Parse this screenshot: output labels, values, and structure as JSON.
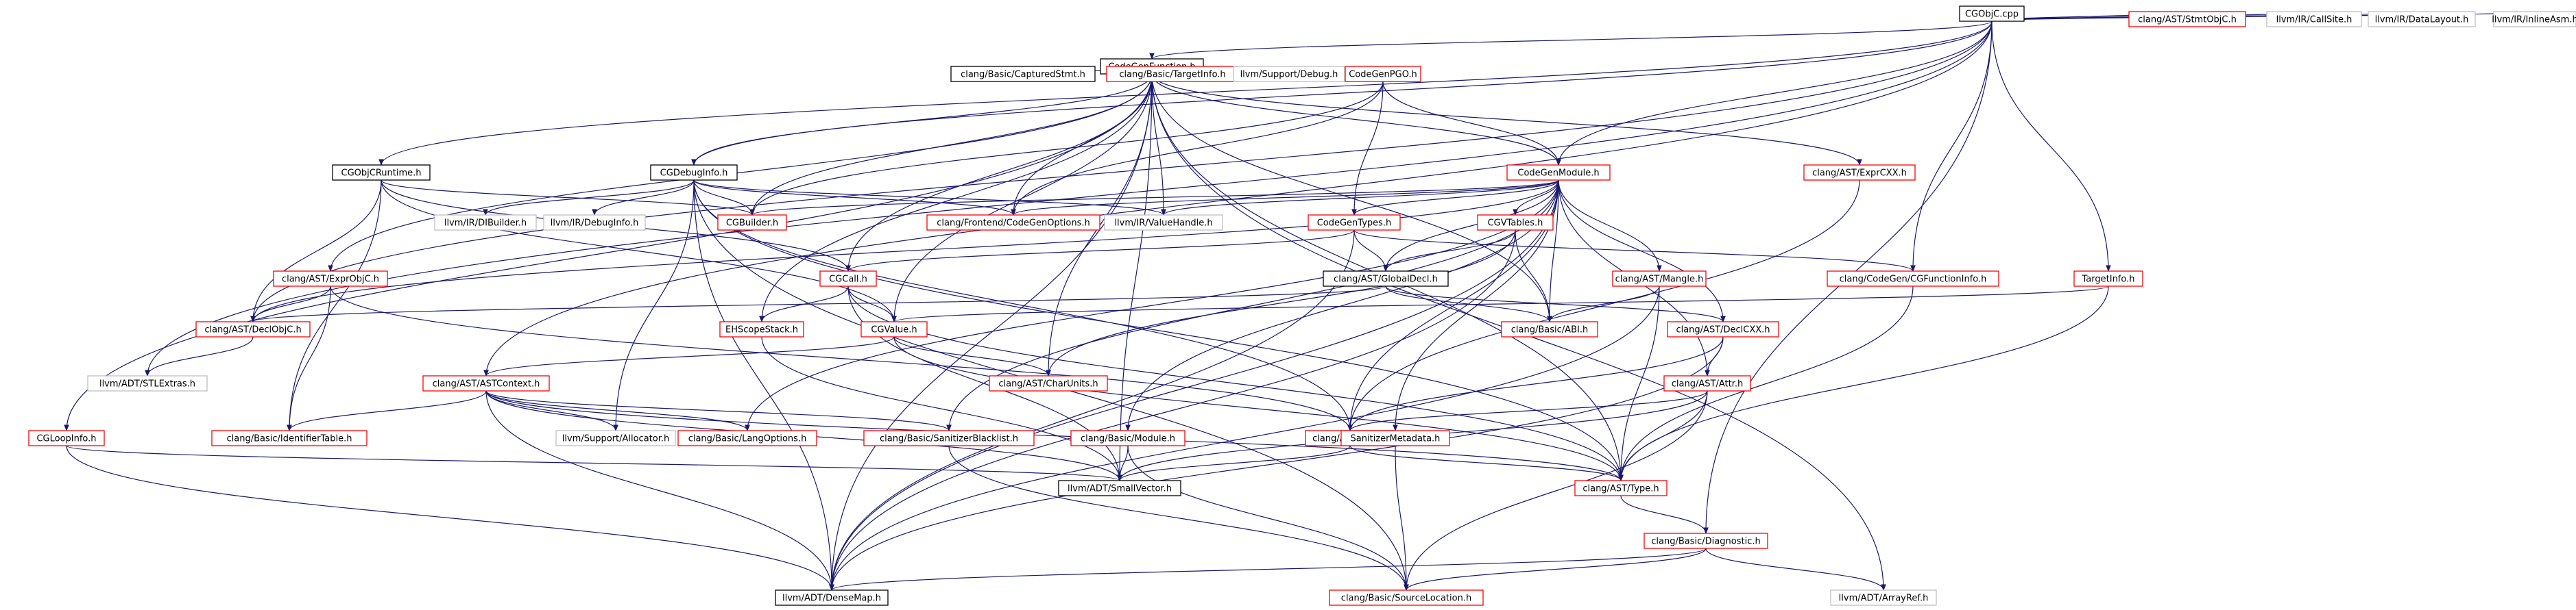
{
  "colors": {
    "root_fill": "#bfbfbf",
    "root_border": "#000000",
    "documented_border": "#000000",
    "external_border": "#bfbfbf",
    "missing_border": "#ff0000",
    "edge": "#191970",
    "background": "#ffffff"
  },
  "nodes": [
    {
      "id": "cgobjc_cpp",
      "label": "CGObjC.cpp",
      "style": "root"
    },
    {
      "id": "codegenfunction_h",
      "label": "CodeGenFunction.h",
      "style": "documented"
    },
    {
      "id": "ast_stmtobjc_h",
      "label": "clang/AST/StmtObjC.h",
      "style": "missing"
    },
    {
      "id": "llvm_callsite_h",
      "label": "llvm/IR/CallSite.h",
      "style": "external"
    },
    {
      "id": "llvm_datalayout_h",
      "label": "llvm/IR/DataLayout.h",
      "style": "external"
    },
    {
      "id": "llvm_inlineasm_h",
      "label": "llvm/IR/InlineAsm.h",
      "style": "external"
    },
    {
      "id": "basic_capturedstmt_h",
      "label": "clang/Basic/CapturedStmt.h",
      "style": "documented"
    },
    {
      "id": "basic_targetinfo_h",
      "label": "clang/Basic/TargetInfo.h",
      "style": "missing"
    },
    {
      "id": "llvm_debug_h",
      "label": "llvm/Support/Debug.h",
      "style": "external"
    },
    {
      "id": "codegenpgo_h",
      "label": "CodeGenPGO.h",
      "style": "missing"
    },
    {
      "id": "cgobjcruntime_h",
      "label": "CGObjCRuntime.h",
      "style": "documented"
    },
    {
      "id": "cgdebuginfo_h",
      "label": "CGDebugInfo.h",
      "style": "documented"
    },
    {
      "id": "codegenmodule_h",
      "label": "CodeGenModule.h",
      "style": "missing"
    },
    {
      "id": "ast_exprcxx_h",
      "label": "clang/AST/ExprCXX.h",
      "style": "missing"
    },
    {
      "id": "llvm_dibuilder_h",
      "label": "llvm/IR/DIBuilder.h",
      "style": "external"
    },
    {
      "id": "llvm_debuginfo_h",
      "label": "llvm/IR/DebugInfo.h",
      "style": "external"
    },
    {
      "id": "cgbuilder_h",
      "label": "CGBuilder.h",
      "style": "missing"
    },
    {
      "id": "frontend_codegenoptions_h",
      "label": "clang/Frontend/CodeGenOptions.h",
      "style": "missing"
    },
    {
      "id": "llvm_valuehandle_h",
      "label": "llvm/IR/ValueHandle.h",
      "style": "external"
    },
    {
      "id": "codegentypes_h",
      "label": "CodeGenTypes.h",
      "style": "missing"
    },
    {
      "id": "cgvtables_h",
      "label": "CGVTables.h",
      "style": "missing"
    },
    {
      "id": "ast_exprobjc_h",
      "label": "clang/AST/ExprObjC.h",
      "style": "missing"
    },
    {
      "id": "cgcall_h",
      "label": "CGCall.h",
      "style": "missing"
    },
    {
      "id": "ast_globaldecl_h",
      "label": "clang/AST/GlobalDecl.h",
      "style": "documented"
    },
    {
      "id": "ast_mangle_h",
      "label": "clang/AST/Mangle.h",
      "style": "missing"
    },
    {
      "id": "cgfunctioninfo_h",
      "label": "clang/CodeGen/CGFunctionInfo.h",
      "style": "missing"
    },
    {
      "id": "targetinfo_h",
      "label": "TargetInfo.h",
      "style": "missing"
    },
    {
      "id": "ast_declobjc_h",
      "label": "clang/AST/DeclObjC.h",
      "style": "missing"
    },
    {
      "id": "ehscopestack_h",
      "label": "EHScopeStack.h",
      "style": "missing"
    },
    {
      "id": "cgvalue_h",
      "label": "CGValue.h",
      "style": "missing"
    },
    {
      "id": "basic_abi_h",
      "label": "clang/Basic/ABI.h",
      "style": "missing"
    },
    {
      "id": "ast_declcxx_h",
      "label": "clang/AST/DeclCXX.h",
      "style": "missing"
    },
    {
      "id": "llvm_stlextras_h",
      "label": "llvm/ADT/STLExtras.h",
      "style": "external"
    },
    {
      "id": "ast_astcontext_h",
      "label": "clang/AST/ASTContext.h",
      "style": "missing"
    },
    {
      "id": "ast_charunits_h",
      "label": "clang/AST/CharUnits.h",
      "style": "missing"
    },
    {
      "id": "ast_attr_h",
      "label": "clang/AST/Attr.h",
      "style": "missing"
    },
    {
      "id": "cgloopinfo_h",
      "label": "CGLoopInfo.h",
      "style": "missing"
    },
    {
      "id": "basic_identifiertable_h",
      "label": "clang/Basic/IdentifierTable.h",
      "style": "missing"
    },
    {
      "id": "llvm_allocator_h",
      "label": "llvm/Support/Allocator.h",
      "style": "external"
    },
    {
      "id": "basic_langoptions_h",
      "label": "clang/Basic/LangOptions.h",
      "style": "missing"
    },
    {
      "id": "basic_sanitizerblacklist_h",
      "label": "clang/Basic/SanitizerBlacklist.h",
      "style": "missing"
    },
    {
      "id": "ast_expr_h",
      "label": "clang/AST/Expr.h",
      "style": "missing"
    },
    {
      "id": "basic_module_h",
      "label": "clang/Basic/Module.h",
      "style": "missing"
    },
    {
      "id": "sanitizermetadata_h",
      "label": "SanitizerMetadata.h",
      "style": "missing"
    },
    {
      "id": "llvm_smallvector_h",
      "label": "llvm/ADT/SmallVector.h",
      "style": "documented"
    },
    {
      "id": "ast_type_h",
      "label": "clang/AST/Type.h",
      "style": "missing"
    },
    {
      "id": "basic_diagnostic_h",
      "label": "clang/Basic/Diagnostic.h",
      "style": "missing"
    },
    {
      "id": "llvm_densemap_h",
      "label": "llvm/ADT/DenseMap.h",
      "style": "documented"
    },
    {
      "id": "basic_sourcelocation_h",
      "label": "clang/Basic/SourceLocation.h",
      "style": "missing"
    },
    {
      "id": "llvm_arrayref_h",
      "label": "llvm/ADT/ArrayRef.h",
      "style": "external"
    }
  ],
  "edges": [
    [
      "cgobjc_cpp",
      "codegenfunction_h"
    ],
    [
      "cgobjc_cpp",
      "ast_stmtobjc_h"
    ],
    [
      "cgobjc_cpp",
      "llvm_callsite_h"
    ],
    [
      "cgobjc_cpp",
      "llvm_datalayout_h"
    ],
    [
      "cgobjc_cpp",
      "llvm_inlineasm_h"
    ],
    [
      "cgobjc_cpp",
      "cgobjcruntime_h"
    ],
    [
      "cgobjc_cpp",
      "cgdebuginfo_h"
    ],
    [
      "cgobjc_cpp",
      "codegenmodule_h"
    ],
    [
      "cgobjc_cpp",
      "cgfunctioninfo_h"
    ],
    [
      "cgobjc_cpp",
      "targetinfo_h"
    ],
    [
      "cgobjc_cpp",
      "ast_declobjc_h"
    ],
    [
      "cgobjc_cpp",
      "llvm_stlextras_h"
    ],
    [
      "cgobjc_cpp",
      "ast_astcontext_h"
    ],
    [
      "cgobjc_cpp",
      "basic_diagnostic_h"
    ],
    [
      "codegenfunction_h",
      "basic_capturedstmt_h"
    ],
    [
      "codegenfunction_h",
      "basic_targetinfo_h"
    ],
    [
      "codegenfunction_h",
      "llvm_debug_h"
    ],
    [
      "codegenfunction_h",
      "codegenpgo_h"
    ],
    [
      "codegenfunction_h",
      "cgdebuginfo_h"
    ],
    [
      "codegenfunction_h",
      "codegenmodule_h"
    ],
    [
      "codegenfunction_h",
      "ast_exprcxx_h"
    ],
    [
      "codegenfunction_h",
      "cgbuilder_h"
    ],
    [
      "codegenfunction_h",
      "frontend_codegenoptions_h"
    ],
    [
      "codegenfunction_h",
      "llvm_valuehandle_h"
    ],
    [
      "codegenfunction_h",
      "ast_exprobjc_h"
    ],
    [
      "codegenfunction_h",
      "cgcall_h"
    ],
    [
      "codegenfunction_h",
      "ehscopestack_h"
    ],
    [
      "codegenfunction_h",
      "cgvalue_h"
    ],
    [
      "codegenfunction_h",
      "basic_abi_h"
    ],
    [
      "codegenfunction_h",
      "ast_charunits_h"
    ],
    [
      "codegenfunction_h",
      "cgloopinfo_h"
    ],
    [
      "codegenfunction_h",
      "ast_type_h"
    ],
    [
      "codegenfunction_h",
      "llvm_densemap_h"
    ],
    [
      "codegenfunction_h",
      "llvm_arrayref_h"
    ],
    [
      "codegenfunction_h",
      "llvm_smallvector_h"
    ],
    [
      "codegenpgo_h",
      "cgbuilder_h"
    ],
    [
      "codegenpgo_h",
      "codegenmodule_h"
    ],
    [
      "codegenpgo_h",
      "codegentypes_h"
    ],
    [
      "codegenpgo_h",
      "frontend_codegenoptions_h"
    ],
    [
      "cgobjcruntime_h",
      "cgbuilder_h"
    ],
    [
      "cgobjcruntime_h",
      "cgcall_h"
    ],
    [
      "cgobjcruntime_h",
      "cgvalue_h"
    ],
    [
      "cgobjcruntime_h",
      "ast_declobjc_h"
    ],
    [
      "cgobjcruntime_h",
      "basic_identifiertable_h"
    ],
    [
      "cgdebuginfo_h",
      "llvm_dibuilder_h"
    ],
    [
      "cgdebuginfo_h",
      "llvm_debuginfo_h"
    ],
    [
      "cgdebuginfo_h",
      "cgbuilder_h"
    ],
    [
      "cgdebuginfo_h",
      "frontend_codegenoptions_h"
    ],
    [
      "cgdebuginfo_h",
      "llvm_valuehandle_h"
    ],
    [
      "cgdebuginfo_h",
      "ast_expr_h"
    ],
    [
      "cgdebuginfo_h",
      "ast_type_h"
    ],
    [
      "cgdebuginfo_h",
      "llvm_allocator_h"
    ],
    [
      "cgdebuginfo_h",
      "llvm_densemap_h"
    ],
    [
      "cgdebuginfo_h",
      "basic_sourcelocation_h"
    ],
    [
      "codegenmodule_h",
      "cgbuilder_h"
    ],
    [
      "codegenmodule_h",
      "frontend_codegenoptions_h"
    ],
    [
      "codegenmodule_h",
      "llvm_valuehandle_h"
    ],
    [
      "codegenmodule_h",
      "codegentypes_h"
    ],
    [
      "codegenmodule_h",
      "cgvtables_h"
    ],
    [
      "codegenmodule_h",
      "ast_globaldecl_h"
    ],
    [
      "codegenmodule_h",
      "ast_mangle_h"
    ],
    [
      "codegenmodule_h",
      "ast_declcxx_h"
    ],
    [
      "codegenmodule_h",
      "basic_abi_h"
    ],
    [
      "codegenmodule_h",
      "ast_attr_h"
    ],
    [
      "codegenmodule_h",
      "sanitizermetadata_h"
    ],
    [
      "codegenmodule_h",
      "basic_module_h"
    ],
    [
      "codegenmodule_h",
      "basic_langoptions_h"
    ],
    [
      "codegenmodule_h",
      "ast_declobjc_h"
    ],
    [
      "codegenmodule_h",
      "basic_sanitizerblacklist_h"
    ],
    [
      "codegenmodule_h",
      "llvm_densemap_h"
    ],
    [
      "codegenmodule_h",
      "ast_expr_h"
    ],
    [
      "ast_exprcxx_h",
      "ast_expr_h"
    ],
    [
      "codegentypes_h",
      "cgcall_h"
    ],
    [
      "codegentypes_h",
      "ast_globaldecl_h"
    ],
    [
      "codegentypes_h",
      "cgfunctioninfo_h"
    ],
    [
      "codegentypes_h",
      "llvm_densemap_h"
    ],
    [
      "cgvtables_h",
      "ast_globaldecl_h"
    ],
    [
      "cgvtables_h",
      "basic_abi_h"
    ],
    [
      "cgvtables_h",
      "ast_charunits_h"
    ],
    [
      "cgvtables_h",
      "llvm_densemap_h"
    ],
    [
      "ast_exprobjc_h",
      "ast_declobjc_h"
    ],
    [
      "ast_exprobjc_h",
      "basic_identifiertable_h"
    ],
    [
      "ast_exprobjc_h",
      "ast_expr_h"
    ],
    [
      "cgcall_h",
      "ehscopestack_h"
    ],
    [
      "cgcall_h",
      "cgvalue_h"
    ],
    [
      "cgcall_h",
      "llvm_smallvector_h"
    ],
    [
      "cgcall_h",
      "ast_type_h"
    ],
    [
      "ast_globaldecl_h",
      "basic_abi_h"
    ],
    [
      "ast_globaldecl_h",
      "ast_declcxx_h"
    ],
    [
      "ast_globaldecl_h",
      "ast_declobjc_h"
    ],
    [
      "ast_mangle_h",
      "basic_abi_h"
    ],
    [
      "ast_mangle_h",
      "ast_type_h"
    ],
    [
      "ast_mangle_h",
      "llvm_densemap_h"
    ],
    [
      "cgfunctioninfo_h",
      "ast_type_h"
    ],
    [
      "targetinfo_h",
      "cgvalue_h"
    ],
    [
      "targetinfo_h",
      "ast_type_h"
    ],
    [
      "ast_declobjc_h",
      "llvm_stlextras_h"
    ],
    [
      "ehscopestack_h",
      "llvm_smallvector_h"
    ],
    [
      "cgvalue_h",
      "ast_astcontext_h"
    ],
    [
      "cgvalue_h",
      "ast_charunits_h"
    ],
    [
      "cgvalue_h",
      "ast_type_h"
    ],
    [
      "ast_declcxx_h",
      "ast_attr_h"
    ],
    [
      "ast_declcxx_h",
      "ast_expr_h"
    ],
    [
      "ast_declcxx_h",
      "llvm_densemap_h"
    ],
    [
      "ast_astcontext_h",
      "basic_identifiertable_h"
    ],
    [
      "ast_astcontext_h",
      "llvm_allocator_h"
    ],
    [
      "ast_astcontext_h",
      "basic_langoptions_h"
    ],
    [
      "ast_astcontext_h",
      "basic_sanitizerblacklist_h"
    ],
    [
      "ast_astcontext_h",
      "ast_type_h"
    ],
    [
      "ast_astcontext_h",
      "llvm_densemap_h"
    ],
    [
      "ast_astcontext_h",
      "llvm_smallvector_h"
    ],
    [
      "ast_attr_h",
      "ast_expr_h"
    ],
    [
      "ast_attr_h",
      "ast_type_h"
    ],
    [
      "ast_attr_h",
      "llvm_smallvector_h"
    ],
    [
      "ast_attr_h",
      "basic_sourcelocation_h"
    ],
    [
      "cgloopinfo_h",
      "llvm_smallvector_h"
    ],
    [
      "cgloopinfo_h",
      "llvm_densemap_h"
    ],
    [
      "basic_sanitizerblacklist_h",
      "basic_sourcelocation_h"
    ],
    [
      "ast_expr_h",
      "ast_type_h"
    ],
    [
      "ast_expr_h",
      "llvm_smallvector_h"
    ],
    [
      "basic_module_h",
      "llvm_smallvector_h"
    ],
    [
      "basic_module_h",
      "basic_sourcelocation_h"
    ],
    [
      "sanitizermetadata_h",
      "basic_sourcelocation_h"
    ],
    [
      "ast_type_h",
      "basic_diagnostic_h"
    ],
    [
      "basic_diagnostic_h",
      "llvm_densemap_h"
    ],
    [
      "basic_diagnostic_h",
      "basic_sourcelocation_h"
    ],
    [
      "basic_diagnostic_h",
      "llvm_arrayref_h"
    ]
  ]
}
